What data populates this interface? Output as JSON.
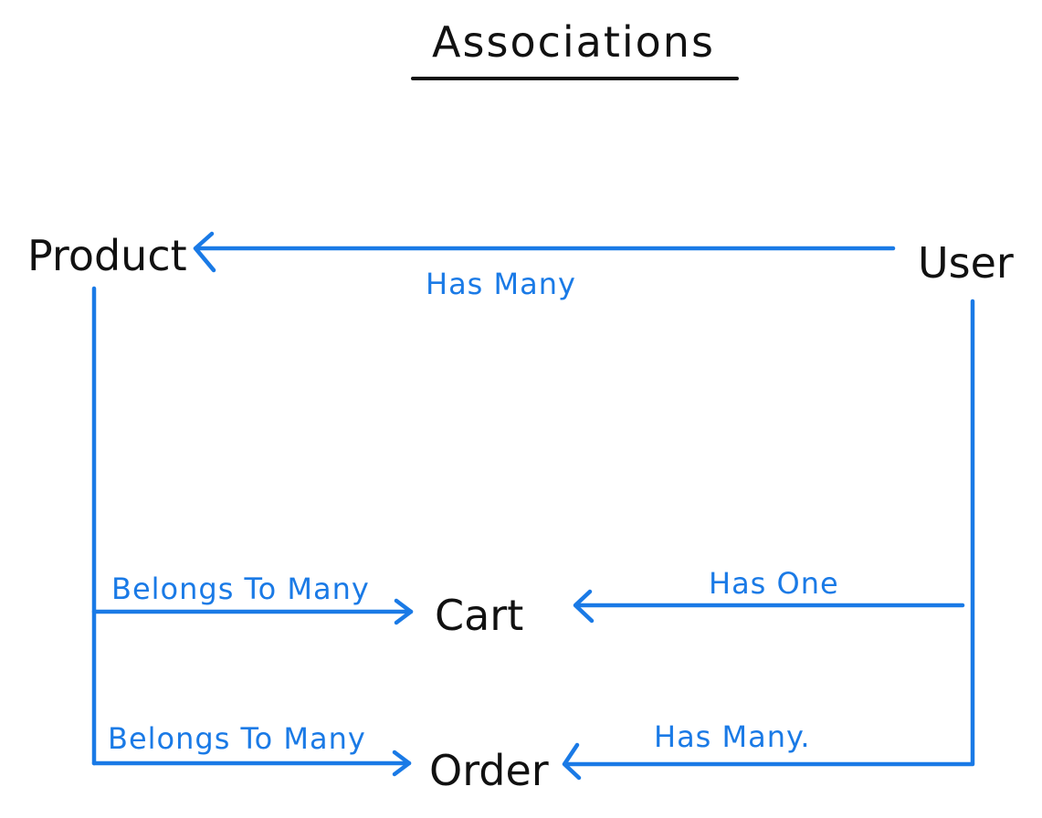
{
  "title": "Associations",
  "nodes": {
    "product": "Product",
    "user": "User",
    "cart": "Cart",
    "order": "Order"
  },
  "edges": {
    "user_product": "Has Many",
    "user_cart": "Has One",
    "user_order": "Has Many.",
    "product_cart": "Belongs To Many",
    "product_order": "Belongs To Many"
  },
  "colors": {
    "line": "#1a7ae6",
    "text": "#111111"
  }
}
